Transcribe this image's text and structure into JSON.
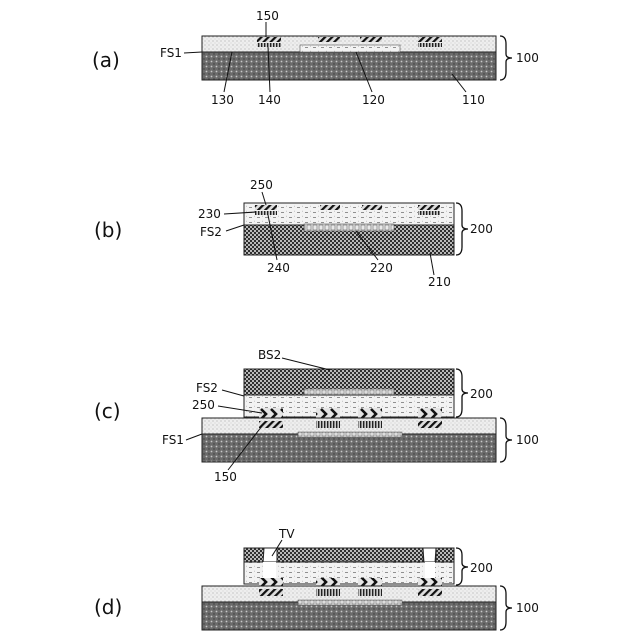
{
  "figure": {
    "panels": [
      {
        "panel_label": "(a)",
        "labels": {
          "top": "150",
          "left_surface": "FS1",
          "fill_layer": "130",
          "pad": "140",
          "center": "120",
          "substrate": "110",
          "bracket": "100"
        }
      },
      {
        "panel_label": "(b)",
        "labels": {
          "top": "250",
          "fill_layer": "230",
          "left_surface": "FS2",
          "pad": "240",
          "center": "220",
          "substrate": "210",
          "bracket": "200"
        }
      },
      {
        "panel_label": "(c)",
        "labels": {
          "back_surface": "BS2",
          "front_surface_2": "FS2",
          "upper_pad": "250",
          "front_surface_1": "FS1",
          "lower_pad": "150",
          "upper_bracket": "200",
          "lower_bracket": "100"
        }
      },
      {
        "panel_label": "(d)",
        "labels": {
          "via": "TV",
          "upper_bracket": "200",
          "lower_bracket": "100"
        }
      }
    ]
  }
}
